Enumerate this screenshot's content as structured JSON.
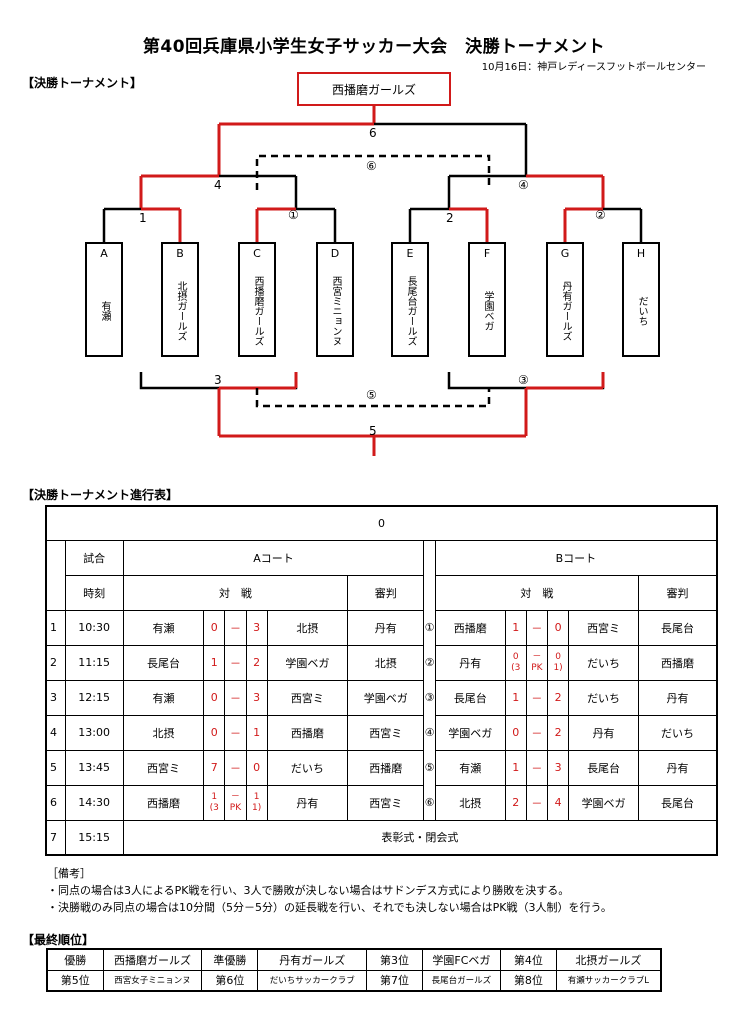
{
  "title": "第40回兵庫県小学生女子サッカー大会　決勝トーナメント",
  "subtitle": "10月16日：神戸レディースフットボールセンター",
  "bracket": {
    "section_label": "【決勝トーナメント】",
    "winner": "西播磨ガールズ",
    "teams": [
      {
        "letter": "A",
        "name": "有瀬"
      },
      {
        "letter": "B",
        "name": "北摂ガールズ"
      },
      {
        "letter": "C",
        "name": "西播磨ガールズ"
      },
      {
        "letter": "D",
        "name": "西宮ミニョンヌ"
      },
      {
        "letter": "E",
        "name": "長尾台ガールズ"
      },
      {
        "letter": "F",
        "name": "学園ベガ"
      },
      {
        "letter": "G",
        "name": "丹有ガールズ"
      },
      {
        "letter": "H",
        "name": "だいち"
      }
    ],
    "labels": {
      "m1": "1",
      "m1c": "①",
      "m2": "2",
      "m2c": "②",
      "m4": "4",
      "m4c": "④",
      "m6": "6",
      "m6c": "⑥",
      "m3": "3",
      "m3c": "③",
      "m5c": "⑤",
      "m5": "5"
    }
  },
  "progress": {
    "section_label": "【決勝トーナメント進行表】",
    "top_value": "0",
    "h_match": "試合",
    "h_time": "時刻",
    "court_a": "Aコート",
    "court_b": "Bコート",
    "h_vs": "対　戦",
    "h_ref": "審判",
    "rows": [
      {
        "no": "1",
        "time": "10:30",
        "a": {
          "home": "有瀬",
          "hs": "0",
          "dash": "－",
          "as": "3",
          "away": "北摂",
          "ref": "丹有"
        },
        "b": {
          "mark": "①",
          "home": "西播磨",
          "hs": "1",
          "dash": "－",
          "as": "0",
          "away": "西宮ミ",
          "ref": "長尾台"
        }
      },
      {
        "no": "2",
        "time": "11:15",
        "a": {
          "home": "長尾台",
          "hs": "1",
          "dash": "－",
          "as": "2",
          "away": "学園ベガ",
          "ref": "北摂"
        },
        "b": {
          "mark": "②",
          "home": "丹有",
          "hs": "0\n(3",
          "dash": "－\nPK",
          "as": "0\n1)",
          "away": "だいち",
          "ref": "西播磨"
        }
      },
      {
        "no": "3",
        "time": "12:15",
        "a": {
          "home": "有瀬",
          "hs": "0",
          "dash": "－",
          "as": "3",
          "away": "西宮ミ",
          "ref": "学園ベガ"
        },
        "b": {
          "mark": "③",
          "home": "長尾台",
          "hs": "1",
          "dash": "－",
          "as": "2",
          "away": "だいち",
          "ref": "丹有"
        }
      },
      {
        "no": "4",
        "time": "13:00",
        "a": {
          "home": "北摂",
          "hs": "0",
          "dash": "－",
          "as": "1",
          "away": "西播磨",
          "ref": "西宮ミ"
        },
        "b": {
          "mark": "④",
          "home": "学園ベガ",
          "hs": "0",
          "dash": "－",
          "as": "2",
          "away": "丹有",
          "ref": "だいち"
        }
      },
      {
        "no": "5",
        "time": "13:45",
        "a": {
          "home": "西宮ミ",
          "hs": "7",
          "dash": "－",
          "as": "0",
          "away": "だいち",
          "ref": "西播磨"
        },
        "b": {
          "mark": "⑤",
          "home": "有瀬",
          "hs": "1",
          "dash": "－",
          "as": "3",
          "away": "長尾台",
          "ref": "丹有"
        }
      },
      {
        "no": "6",
        "time": "14:30",
        "a": {
          "home": "西播磨",
          "hs": "1\n(3",
          "dash": "－\nPK",
          "as": "1\n1)",
          "away": "丹有",
          "ref": "西宮ミ"
        },
        "b": {
          "mark": "⑥",
          "home": "北摂",
          "hs": "2",
          "dash": "－",
          "as": "4",
          "away": "学園ベガ",
          "ref": "長尾台"
        }
      }
    ],
    "last_row": {
      "no": "7",
      "time": "15:15",
      "text": "表彰式・閉会式"
    }
  },
  "notes": {
    "heading": "［備考］",
    "line1": "・同点の場合は3人によるPK戦を行い、3人で勝敗が決しない場合はサドンデス方式により勝敗を決する。",
    "line2": "・決勝戦のみ同点の場合は10分間（5分－5分）の延長戦を行い、それでも決しない場合はPK戦（3人制）を行う。"
  },
  "ranking": {
    "section_label": "【最終順位】",
    "rows": [
      [
        {
          "place": "優勝",
          "team": "西播磨ガールズ"
        },
        {
          "place": "準優勝",
          "team": "丹有ガールズ"
        },
        {
          "place": "第3位",
          "team": "学園FCベガ"
        },
        {
          "place": "第4位",
          "team": "北摂ガールズ"
        }
      ],
      [
        {
          "place": "第5位",
          "team": "西宮女子ミニョンヌ"
        },
        {
          "place": "第6位",
          "team": "だいちサッカークラブ"
        },
        {
          "place": "第7位",
          "team": "長尾台ガールズ"
        },
        {
          "place": "第8位",
          "team": "有瀬サッカークラブL"
        }
      ]
    ]
  },
  "colors": {
    "winner_line": "#d11a1a",
    "line": "#000000"
  }
}
